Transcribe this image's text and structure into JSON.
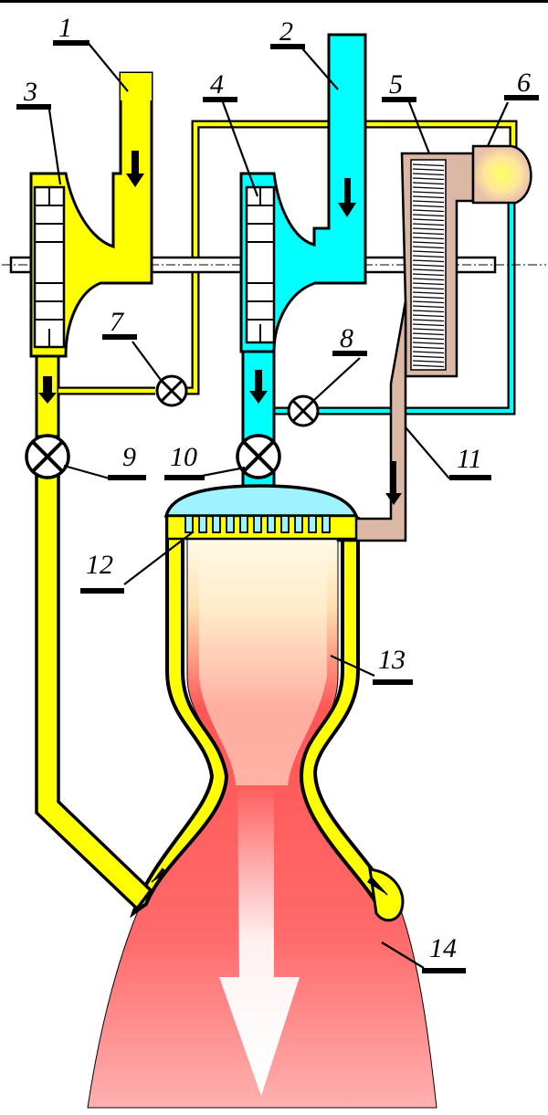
{
  "labels": {
    "l1": "1",
    "l2": "2",
    "l3": "3",
    "l4": "4",
    "l5": "5",
    "l6": "6",
    "l7": "7",
    "l8": "8",
    "l9": "9",
    "l10": "10",
    "l11": "11",
    "l12": "12",
    "l13": "13",
    "l14": "14"
  },
  "colors": {
    "fuel": "#ffff00",
    "oxidizer": "#00ffff",
    "gas": "#dbb8a5",
    "plume_hot": "#ff4a4a",
    "plume_light": "#fffdf0",
    "dome": "#9ef3ff",
    "outline": "#000000"
  }
}
